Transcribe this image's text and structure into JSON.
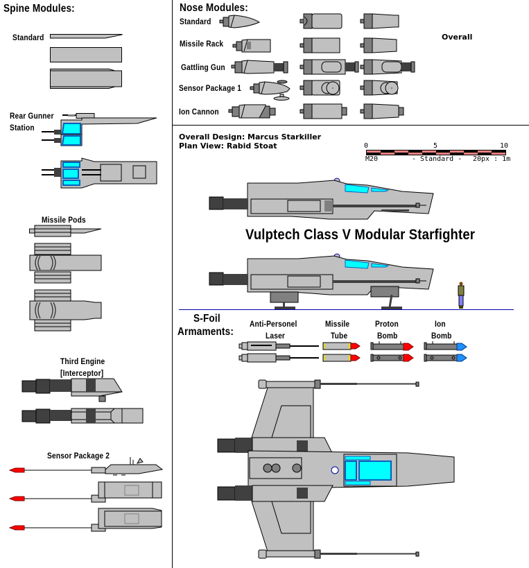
{
  "spine": {
    "heading": "Spine Modules:",
    "standard_label": "Standard",
    "rear_gunner_label_1": "Rear Gunner",
    "rear_gunner_label_2": "Station",
    "missile_pods_label": "Missile Pods",
    "third_engine_label_1": "Third Engine",
    "third_engine_label_2": "[Interceptor]",
    "sensor2_label": "Sensor Package 2"
  },
  "nose": {
    "heading": "Nose Modules:",
    "overall_label": "Overall",
    "rows": [
      {
        "label": "Standard"
      },
      {
        "label": "Missile Rack"
      },
      {
        "label": "Gattling Gun"
      },
      {
        "label": "Sensor Package 1"
      },
      {
        "label": "Ion Cannon"
      }
    ]
  },
  "credits": {
    "design": "Overall Design: Marcus Starkiller",
    "plan": "Plan View: Rabid Stoat"
  },
  "scale": {
    "ticks": [
      "0",
      "5",
      "10"
    ],
    "left": "M20",
    "middle": "- Standard -",
    "right": "20px : 1m",
    "color_a": "#f08080",
    "color_b": "#000000"
  },
  "main_title": "Vulptech Class V Modular Starfighter",
  "sfoil": {
    "heading_1": "S-Foil",
    "heading_2": "Armaments:",
    "items": [
      {
        "line1": "Anti-Personel",
        "line2": "Laser"
      },
      {
        "line1": "Missile",
        "line2": "Tube"
      },
      {
        "line1": "Proton",
        "line2": "Bomb"
      },
      {
        "line1": "Ion",
        "line2": "Bomb"
      }
    ]
  },
  "colors": {
    "hull": "#c0c0c0",
    "dark": "#808080",
    "darker": "#404040",
    "canopy": "#00ffff",
    "canopy_frame": "#0060c0",
    "missile": "#ff0000",
    "ion": "#1e90ff",
    "ground": "#0000aa"
  }
}
